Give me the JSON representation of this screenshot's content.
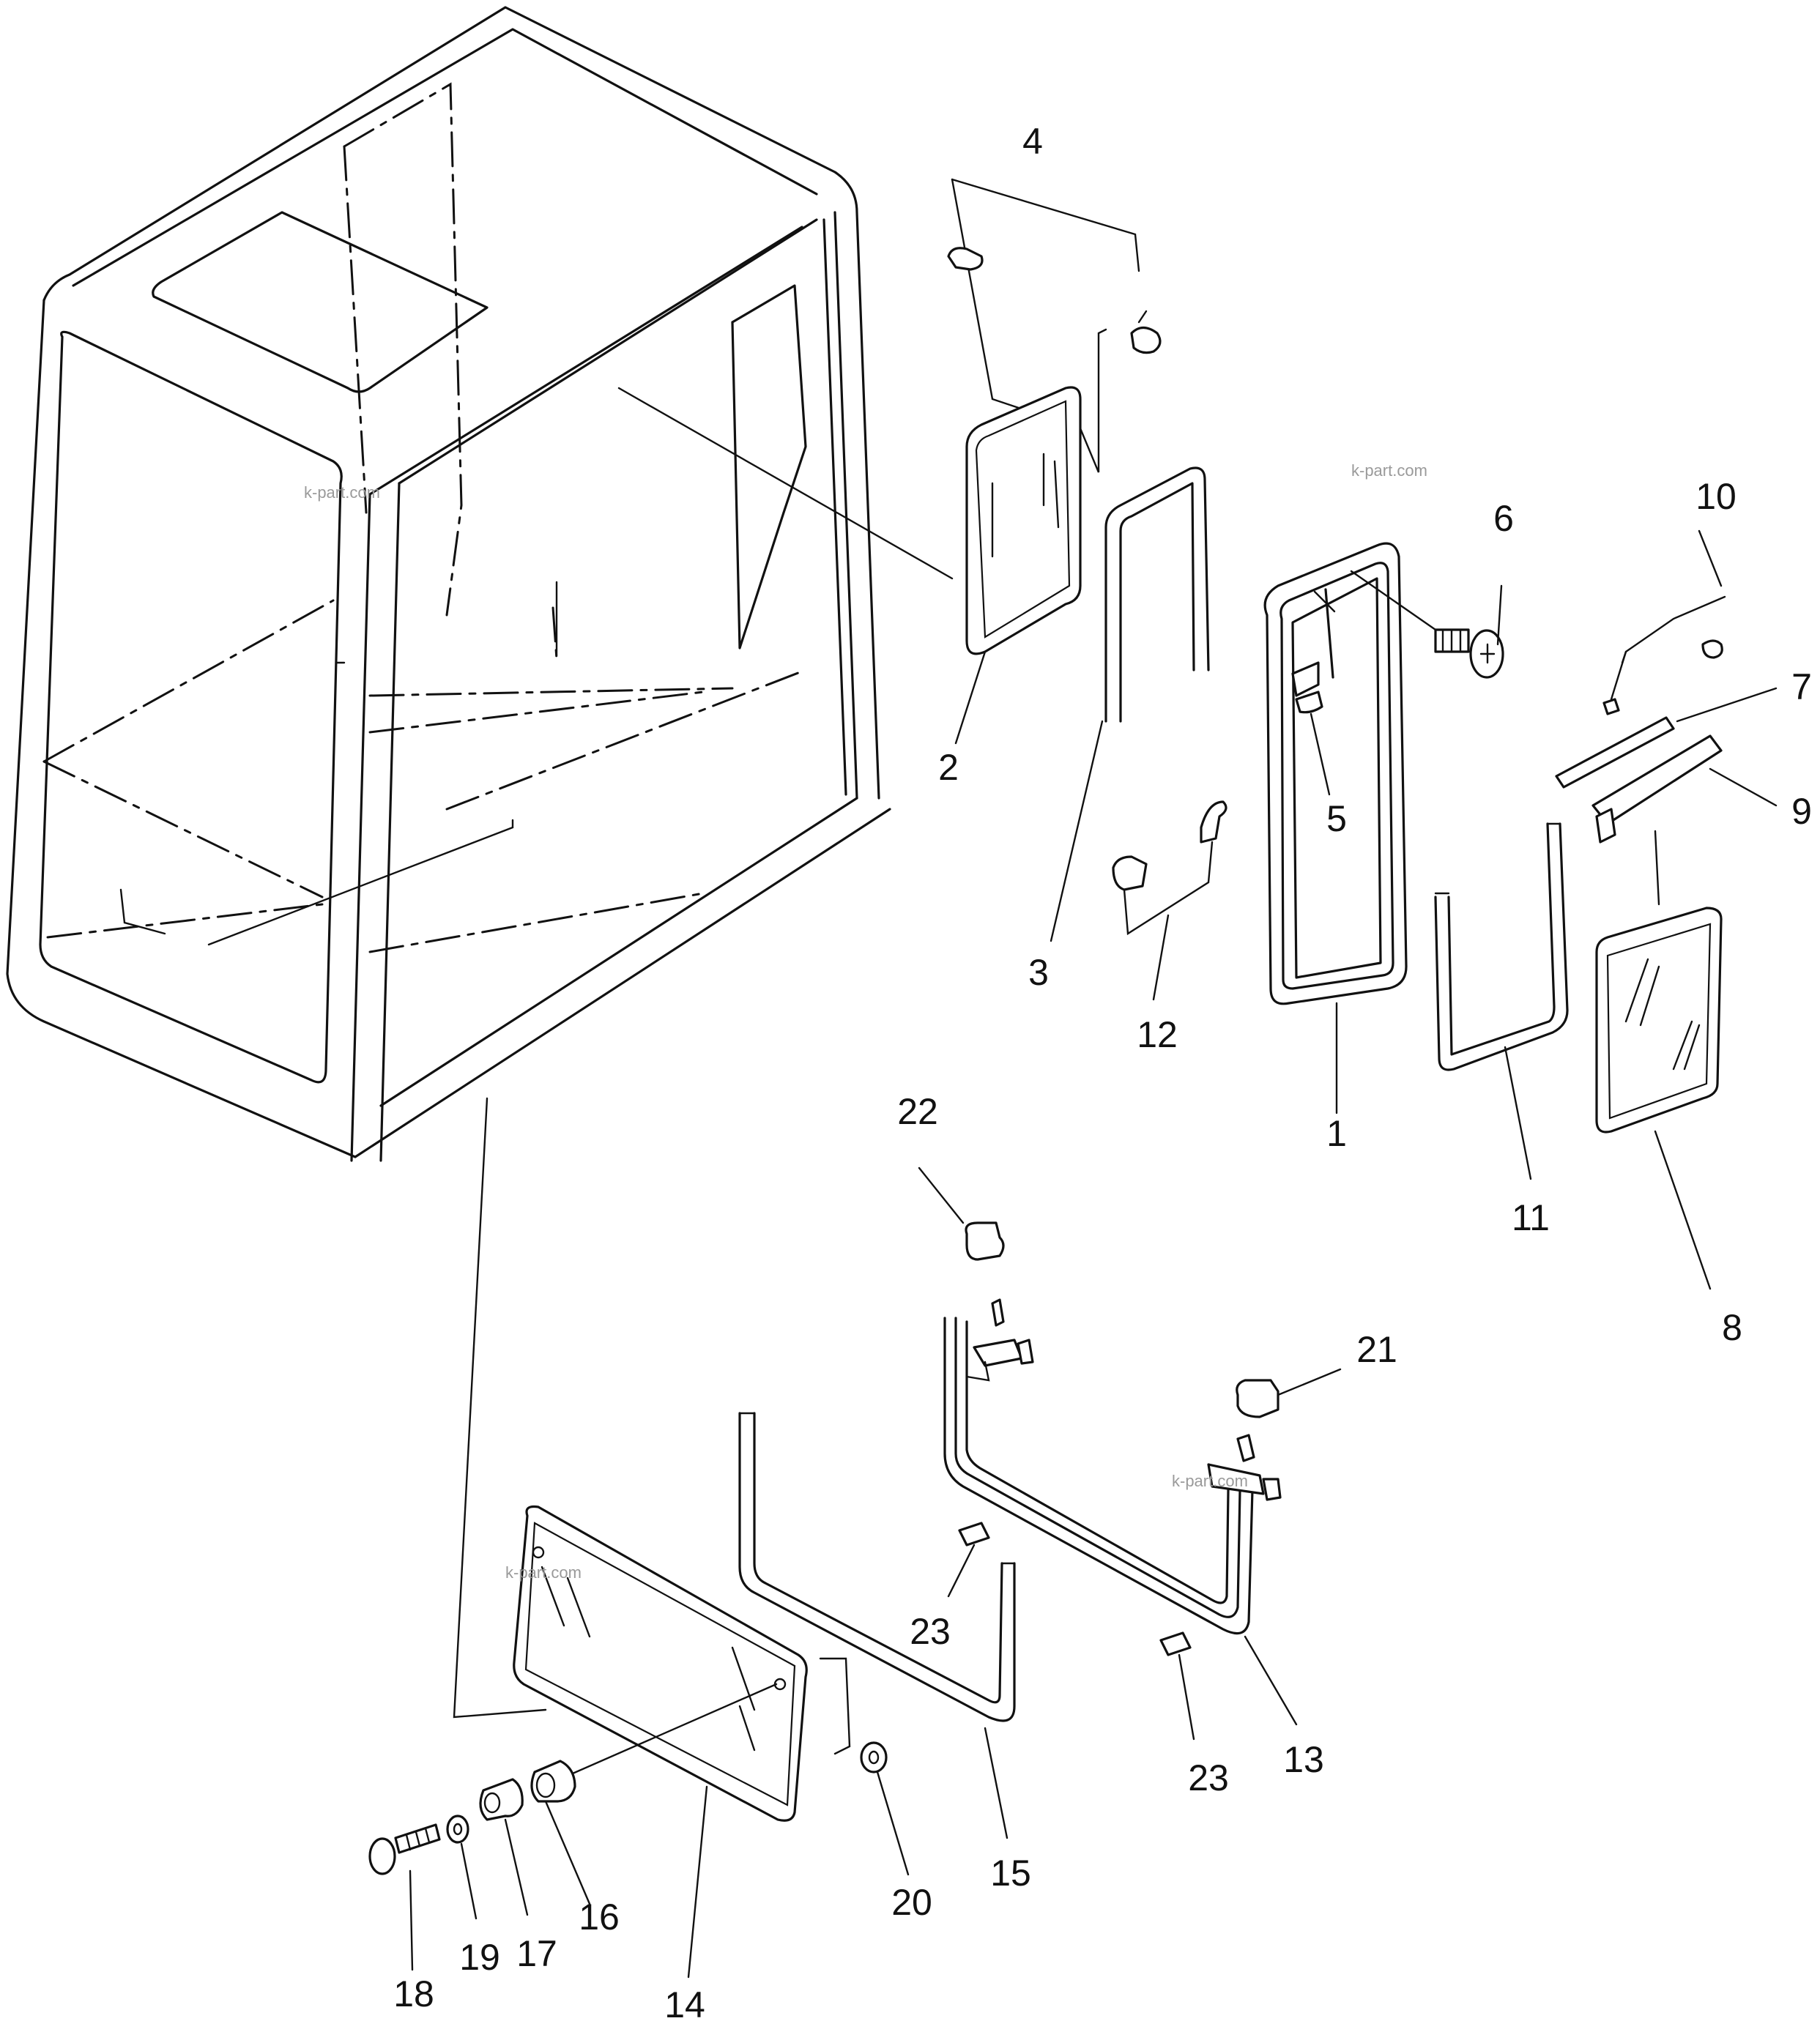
{
  "watermark": "k-part.com",
  "callouts": [
    "1",
    "2",
    "3",
    "4",
    "5",
    "6",
    "7",
    "8",
    "9",
    "10",
    "11",
    "12",
    "13",
    "14",
    "15",
    "16",
    "17",
    "18",
    "19",
    "20",
    "21",
    "22",
    "23",
    "23"
  ]
}
